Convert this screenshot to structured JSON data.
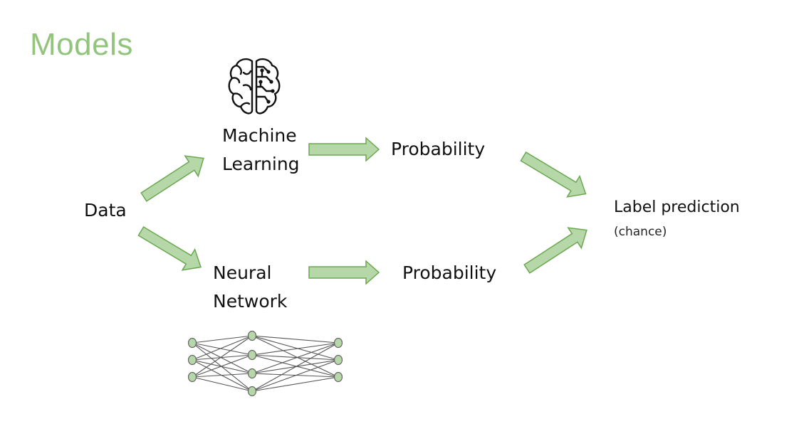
{
  "slide": {
    "title": "Models",
    "nodes": {
      "data": "Data",
      "ml_line1": "Machine",
      "ml_line2": "Learning",
      "nn_line1": "Neural",
      "nn_line2": "Network",
      "prob_top": "Probability",
      "prob_bottom": "Probability",
      "output": "Label prediction",
      "output_note": "(chance)"
    },
    "icons": [
      "brain-circuit-icon",
      "neural-network-icon"
    ],
    "colors": {
      "title": "#93c47d",
      "arrow_fill": "#b6d7a8",
      "arrow_stroke": "#6aa84f",
      "node_fill": "#b6d7a8"
    }
  }
}
